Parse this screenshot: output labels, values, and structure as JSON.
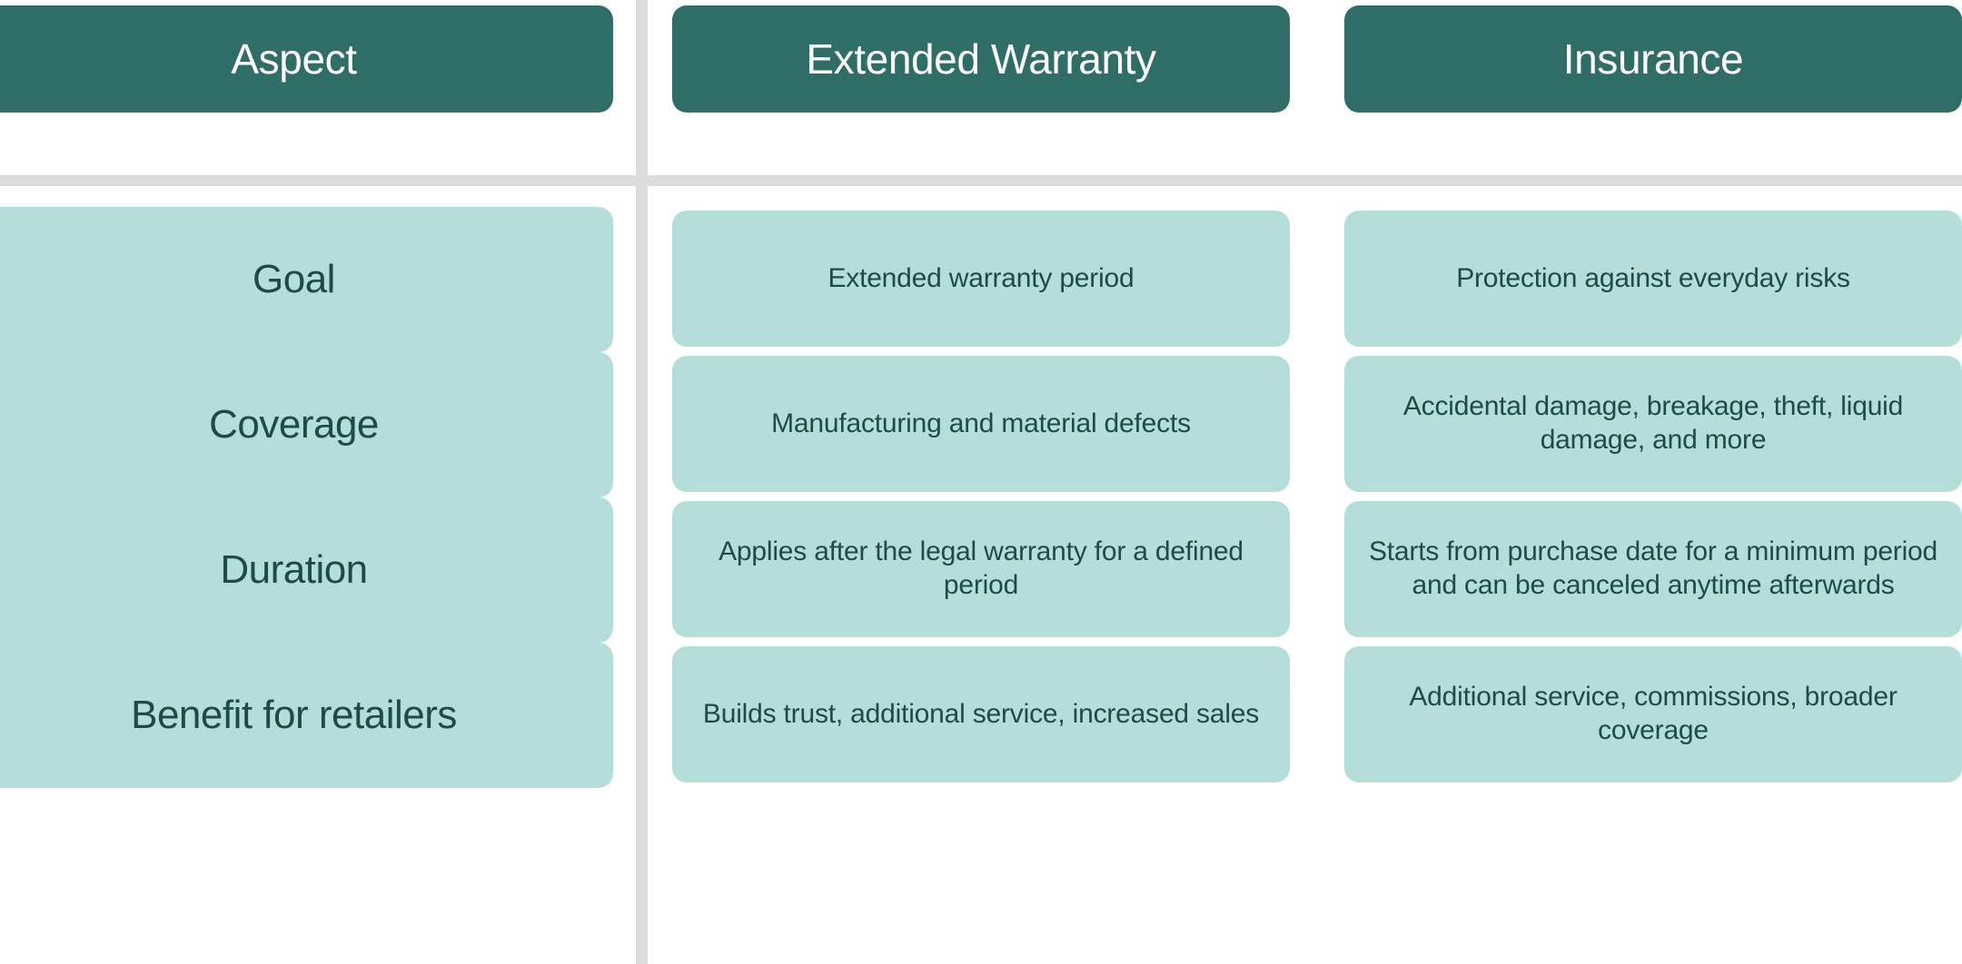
{
  "colors": {
    "header_background": "#2F6E66",
    "header_text": "#FFFFFF",
    "cell_background": "#B5DEDA",
    "cell_text": "#1F4A46",
    "divider": "#DCDCDC",
    "page_background": "#FFFFFF"
  },
  "table": {
    "headers": [
      {
        "label": "Aspect"
      },
      {
        "label": "Extended Warranty"
      },
      {
        "label": "Insurance"
      }
    ],
    "rows": [
      {
        "aspect": "Goal",
        "extended_warranty": "Extended warranty period",
        "insurance": "Protection against everyday risks"
      },
      {
        "aspect": "Coverage",
        "extended_warranty": "Manufacturing and material defects",
        "insurance": "Accidental damage, breakage, theft, liquid damage, and more"
      },
      {
        "aspect": "Duration",
        "extended_warranty": "Applies after the legal warranty for a defined period",
        "insurance": "Starts from purchase date for a minimum period and can be canceled anytime afterwards"
      },
      {
        "aspect": "Benefit for retailers",
        "extended_warranty": "Builds trust, additional service, increased sales",
        "insurance": "Additional service, commissions, broader coverage"
      }
    ]
  }
}
